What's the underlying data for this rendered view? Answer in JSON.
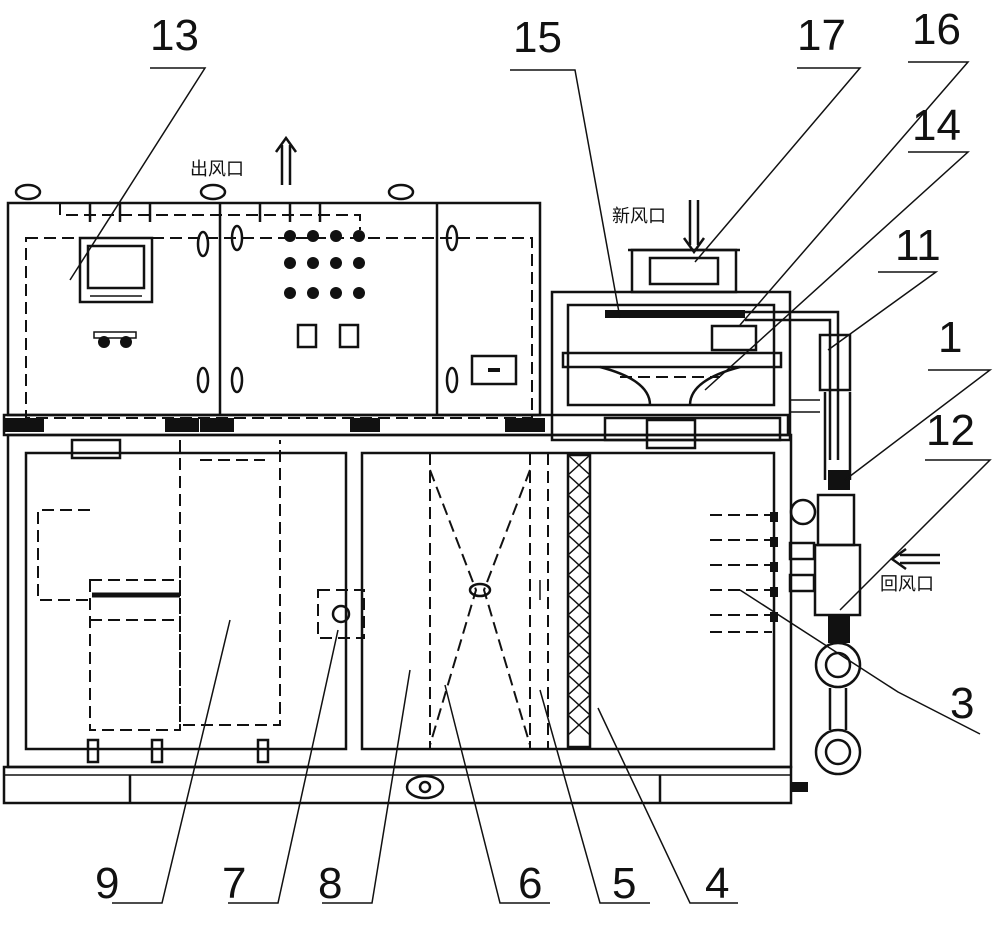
{
  "labels": {
    "l1": "1",
    "l3": "3",
    "l4": "4",
    "l5": "5",
    "l6": "6",
    "l7": "7",
    "l8": "8",
    "l9": "9",
    "l11": "11",
    "l12": "12",
    "l13": "13",
    "l14": "14",
    "l15": "15",
    "l16": "16",
    "l17": "17"
  },
  "annotations": {
    "outlet": "出风口",
    "fresh_inlet": "新风口",
    "return_inlet": "回风口"
  }
}
